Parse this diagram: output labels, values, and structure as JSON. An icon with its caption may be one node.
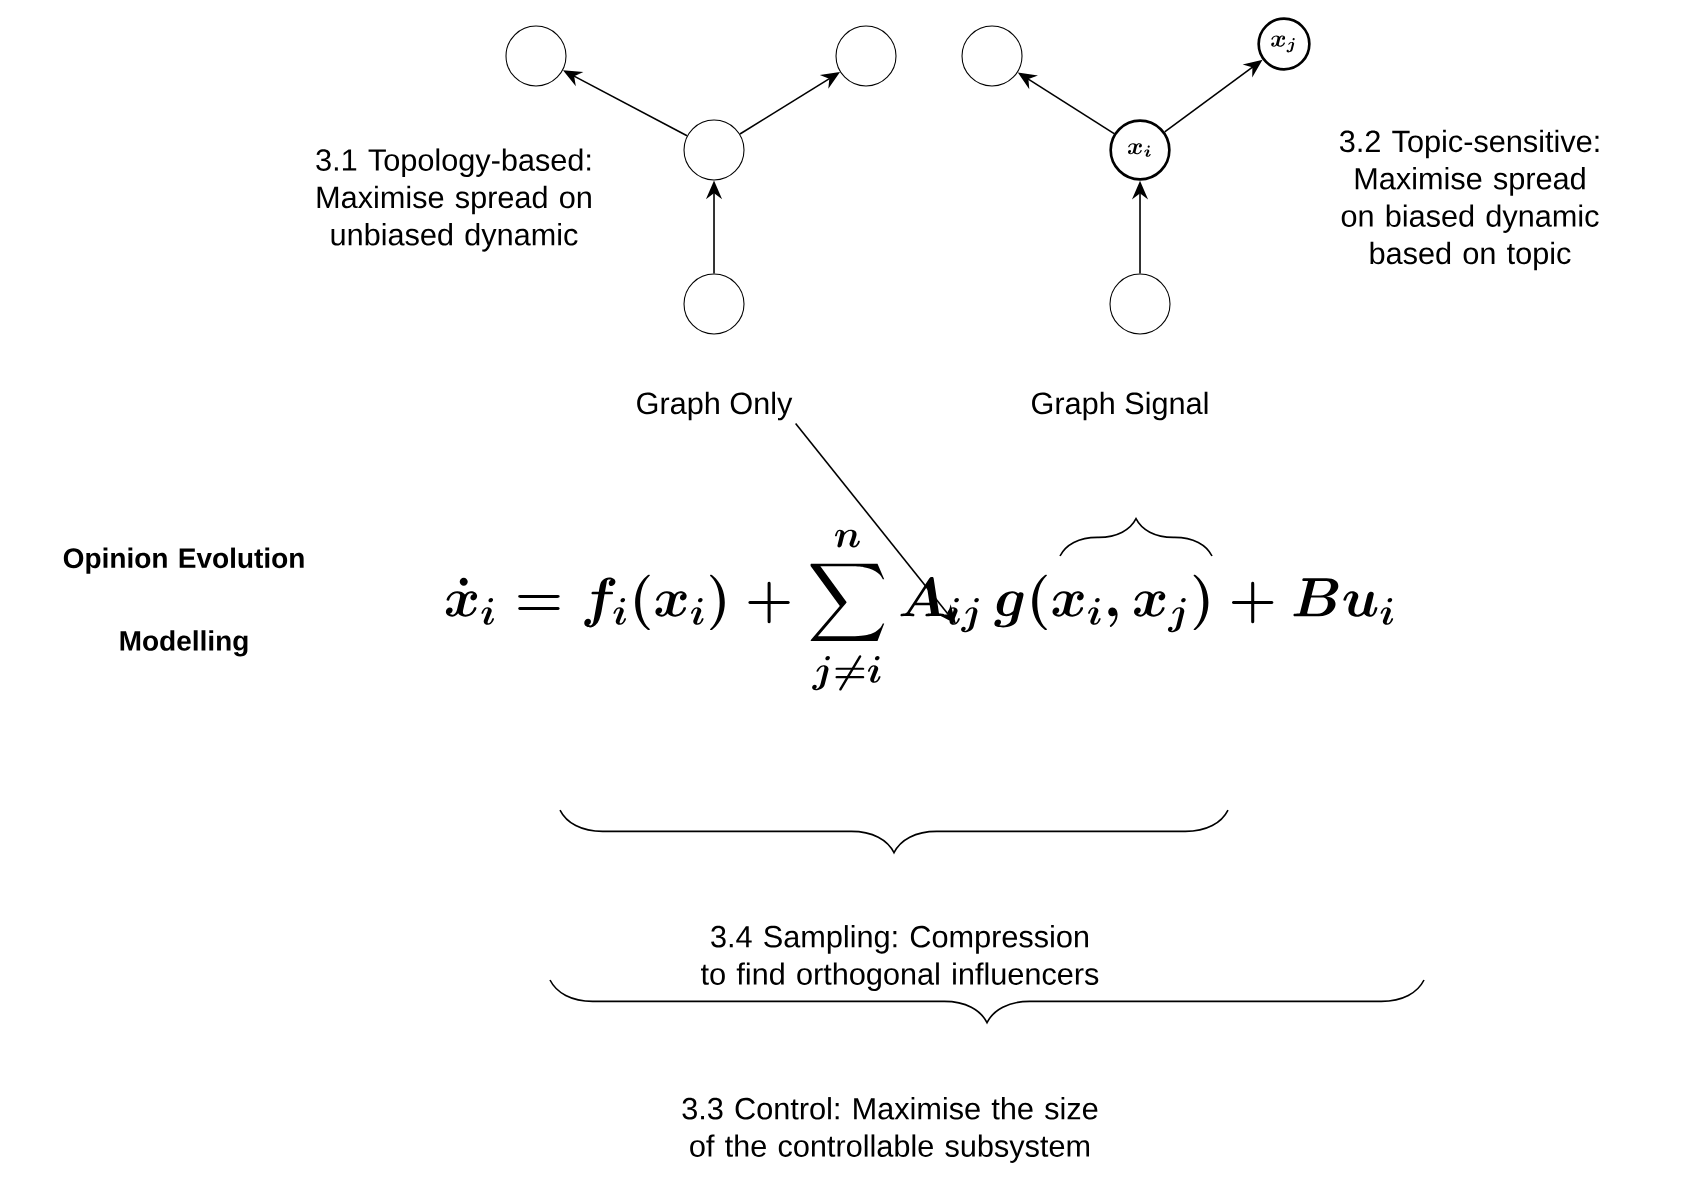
{
  "diagram": {
    "nodes": [
      {
        "text": [],
        "shape": "circle"
      },
      {
        "text": [],
        "shape": "circle"
      },
      {
        "text": [],
        "shape": "circle"
      },
      {
        "text": [],
        "shape": "circle"
      },
      {
        "text": [],
        "shape": "circle"
      },
      {
        "text": [
          "x_j"
        ]
      },
      {
        "text": [
          "x_i"
        ]
      },
      {
        "text": [],
        "shape": "circle"
      },
      {
        "text": [
          "Graph Only"
        ]
      },
      {
        "text": [
          "\\dot{x}_i = f_i(x_i) + \\sum_{j\\neq i}^{n} A_{ij}\\, g(x_i, x_j) + B u_i"
        ]
      }
    ],
    "edges": [
      {
        "from": 3,
        "to": 2,
        "arrow": "to"
      },
      {
        "from": 2,
        "to": 0,
        "arrow": "to"
      },
      {
        "from": 2,
        "to": 1,
        "arrow": "to"
      },
      {
        "from": 7,
        "to": 6,
        "arrow": "to"
      },
      {
        "from": 6,
        "to": 4,
        "arrow": "to"
      },
      {
        "from": 6,
        "to": 5,
        "arrow": "to"
      },
      {
        "from": 8,
        "to": 9,
        "arrow": "to"
      }
    ],
    "labels": [
      "3.1 Topology-based: Maximise spread on unbiased dynamic",
      "3.2 Topic-sensitive: Maximise spread on biased dynamic based on topic",
      "Graph Signal",
      "Opinion Evolution Modelling",
      "3.4 Sampling: Compression to find orthogonal influencers",
      "3.3 Control: Maximise the size of the controllable subsystem"
    ]
  }
}
